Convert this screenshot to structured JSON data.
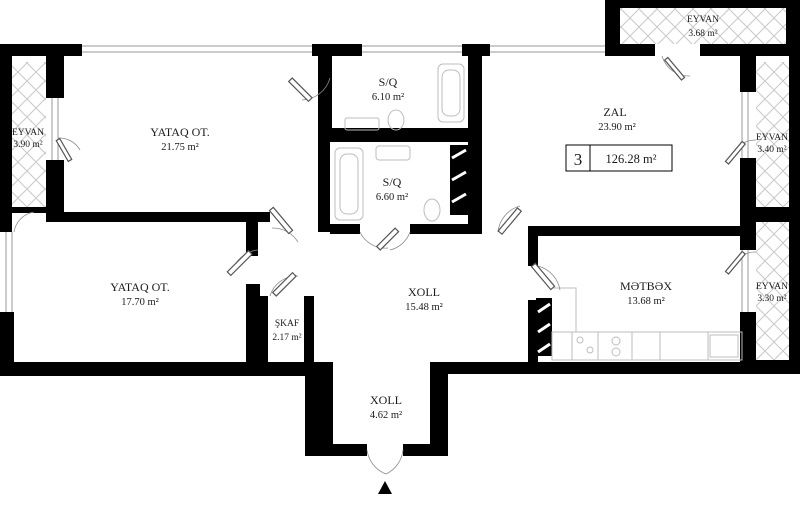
{
  "apartment": {
    "room_count": "3",
    "total_area": "126.28 m²"
  },
  "rooms": {
    "balcony_top": {
      "name": "EYVAN",
      "area": "3.68 m²"
    },
    "balcony_left": {
      "name": "EYVAN",
      "area": "3.90 m²"
    },
    "balcony_right_top": {
      "name": "EYVAN",
      "area": "3.40 m²"
    },
    "balcony_right_bottom": {
      "name": "EYVAN",
      "area": "3.30 m²"
    },
    "bedroom_1": {
      "name": "YATAQ OT.",
      "area": "21.75 m²"
    },
    "bedroom_2": {
      "name": "YATAQ OT.",
      "area": "17.70 m²"
    },
    "bathroom_1": {
      "name": "S/Q",
      "area": "6.10 m²"
    },
    "bathroom_2": {
      "name": "S/Q",
      "area": "6.60 m²"
    },
    "living_room": {
      "name": "ZAL",
      "area": "23.90 m²"
    },
    "kitchen": {
      "name": "MƏTBƏX",
      "area": "13.68 m²"
    },
    "hall_1": {
      "name": "XOLL",
      "area": "15.48 m²"
    },
    "hall_2": {
      "name": "XOLL",
      "area": "4.62 m²"
    },
    "closet": {
      "name": "ŞKAF",
      "area": "2.17 m²"
    }
  },
  "colors": {
    "wall": "#000000",
    "hatch": "#c8c8c8",
    "fixture": "#bdbdbd"
  }
}
